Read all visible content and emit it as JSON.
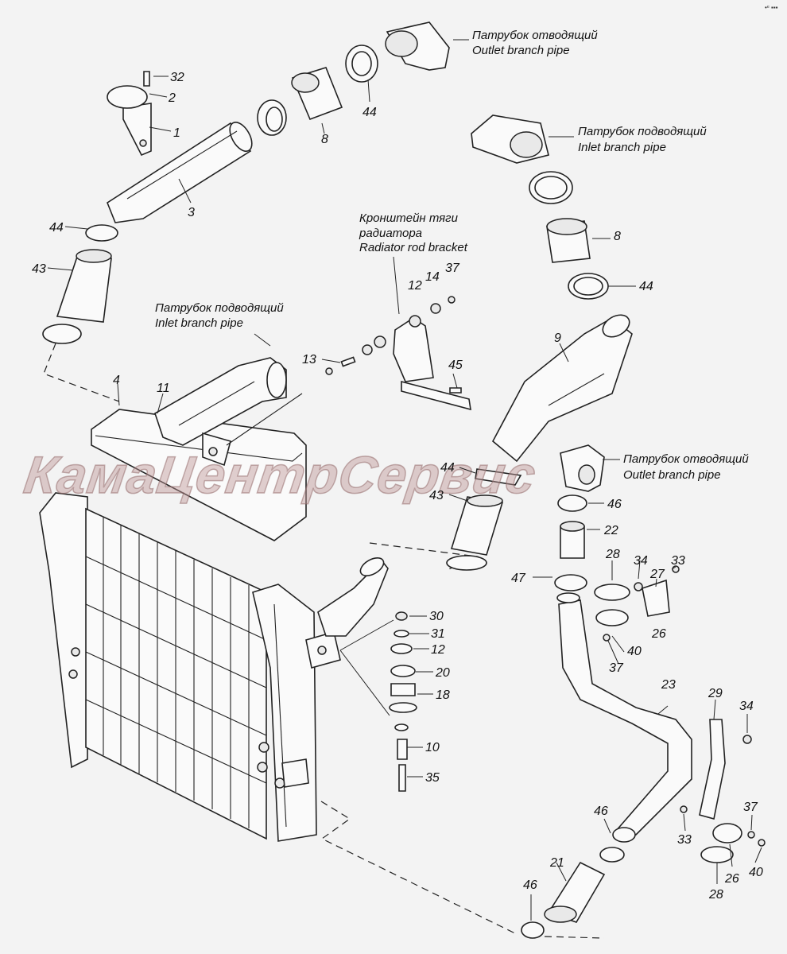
{
  "corner_mark": "•ᵉ ▪▪▪",
  "watermark": "КамаЦентрСервис",
  "captions": {
    "outlet_top_ru": "Патрубок отводящий",
    "outlet_top_en": "Outlet branch pipe",
    "inlet_right_ru": "Патрубок подводящий",
    "inlet_right_en": "Inlet branch pipe",
    "bracket_ru_1": "Кронштейн тяги",
    "bracket_ru_2": "радиатора",
    "bracket_en": "Radiator rod bracket",
    "inlet_left_ru": "Патрубок подводящий",
    "inlet_left_en": "Inlet branch pipe",
    "outlet_mid_ru": "Патрубок отводящий",
    "outlet_mid_en": "Outlet branch pipe"
  },
  "callouts": {
    "n32": "32",
    "n2": "2",
    "n1": "1",
    "n3": "3",
    "n8a": "8",
    "n44a": "44",
    "n44b": "44",
    "n43a": "43",
    "n8b": "8",
    "n44c": "44",
    "n12a": "12",
    "n14": "14",
    "n37a": "37",
    "n13": "13",
    "n45": "45",
    "n9": "9",
    "n4": "4",
    "n11": "11",
    "n44d": "44",
    "n43b": "43",
    "n46a": "46",
    "n22": "22",
    "n28a": "28",
    "n34a": "34",
    "n27": "27",
    "n33a": "33",
    "n47": "47",
    "n26a": "26",
    "n40a": "40",
    "n37b": "37",
    "n30": "30",
    "n31": "31",
    "n12b": "12",
    "n20": "20",
    "n18": "18",
    "n10": "10",
    "n35": "35",
    "n23": "23",
    "n29": "29",
    "n34b": "34",
    "n46b": "46",
    "n33b": "33",
    "n37c": "37",
    "n21": "21",
    "n26b": "26",
    "n40b": "40",
    "n46c": "46",
    "n28b": "28"
  }
}
